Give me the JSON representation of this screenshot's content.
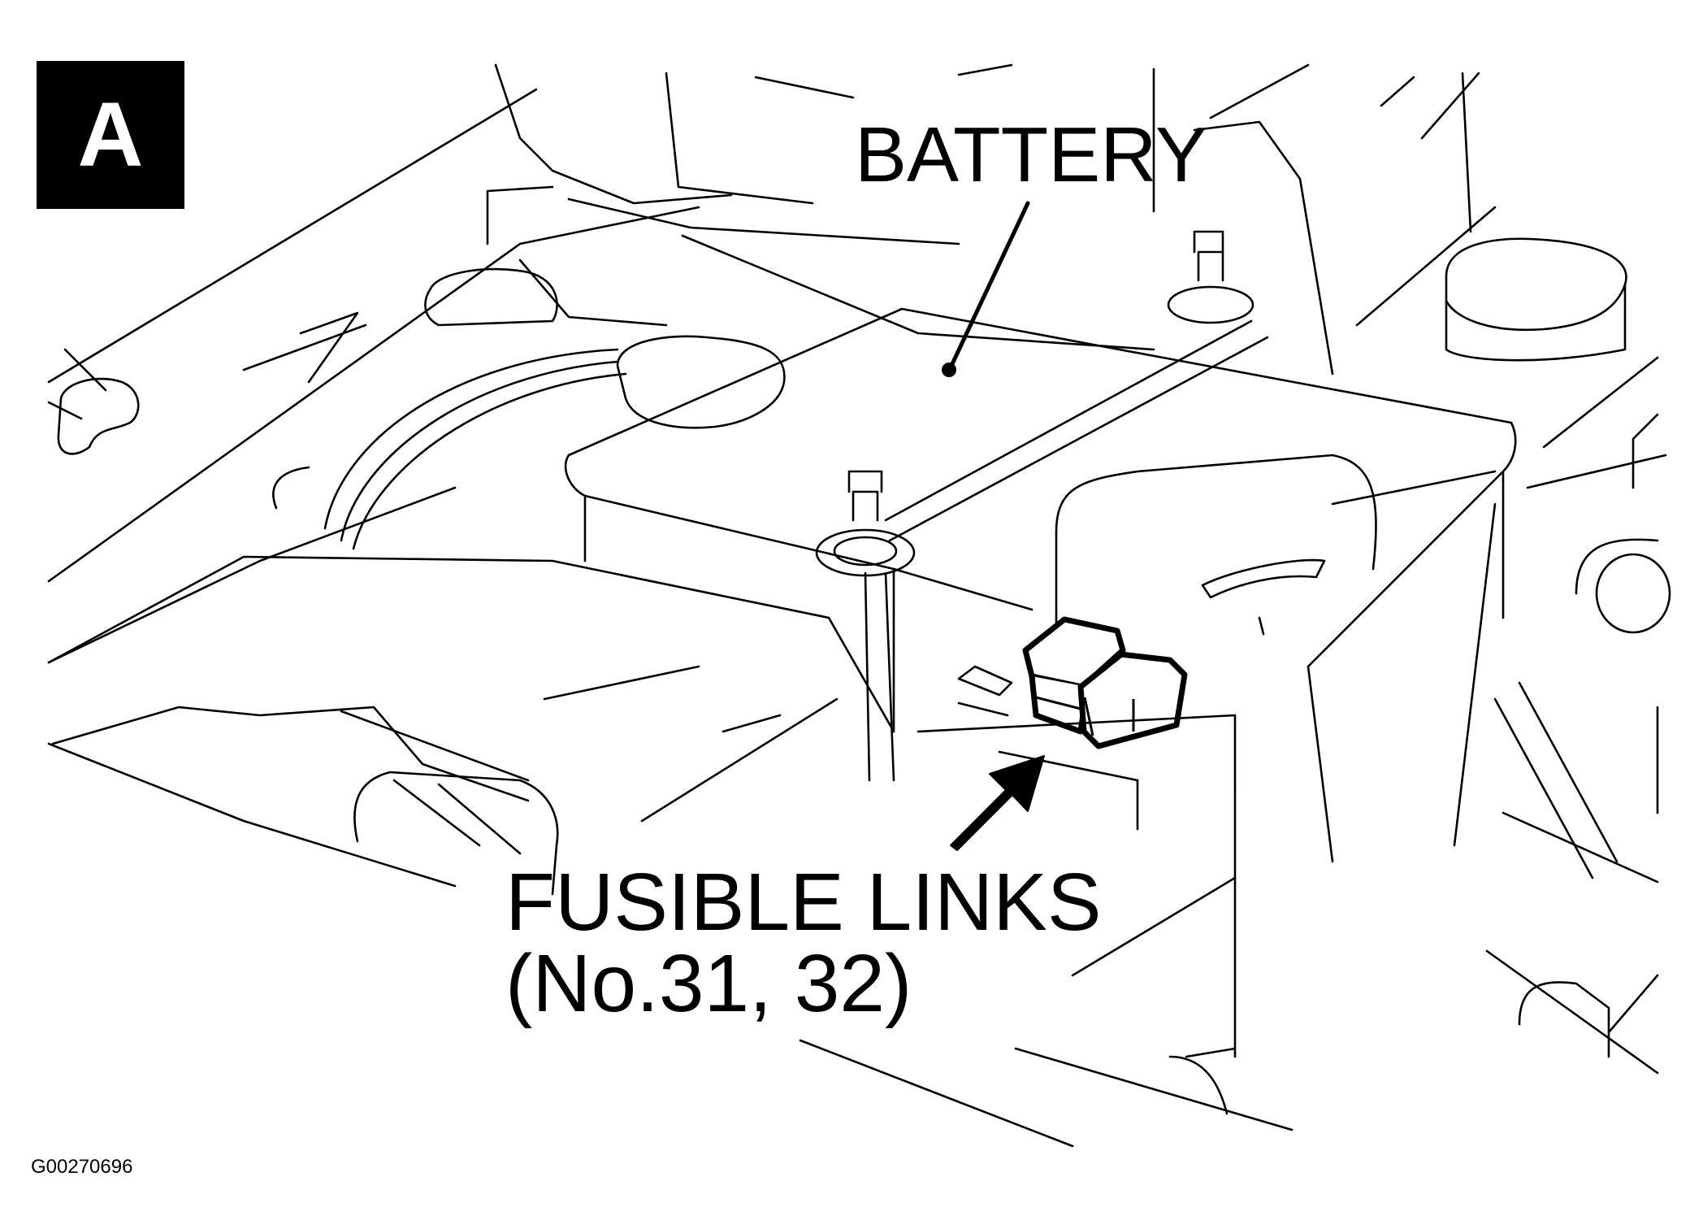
{
  "figure": {
    "badge": "A",
    "labels": {
      "battery": "BATTERY",
      "fusible_links": "FUSIBLE LINKS",
      "fusible_links_numbers": "(No.31, 32)"
    },
    "figure_code": "G00270696"
  }
}
